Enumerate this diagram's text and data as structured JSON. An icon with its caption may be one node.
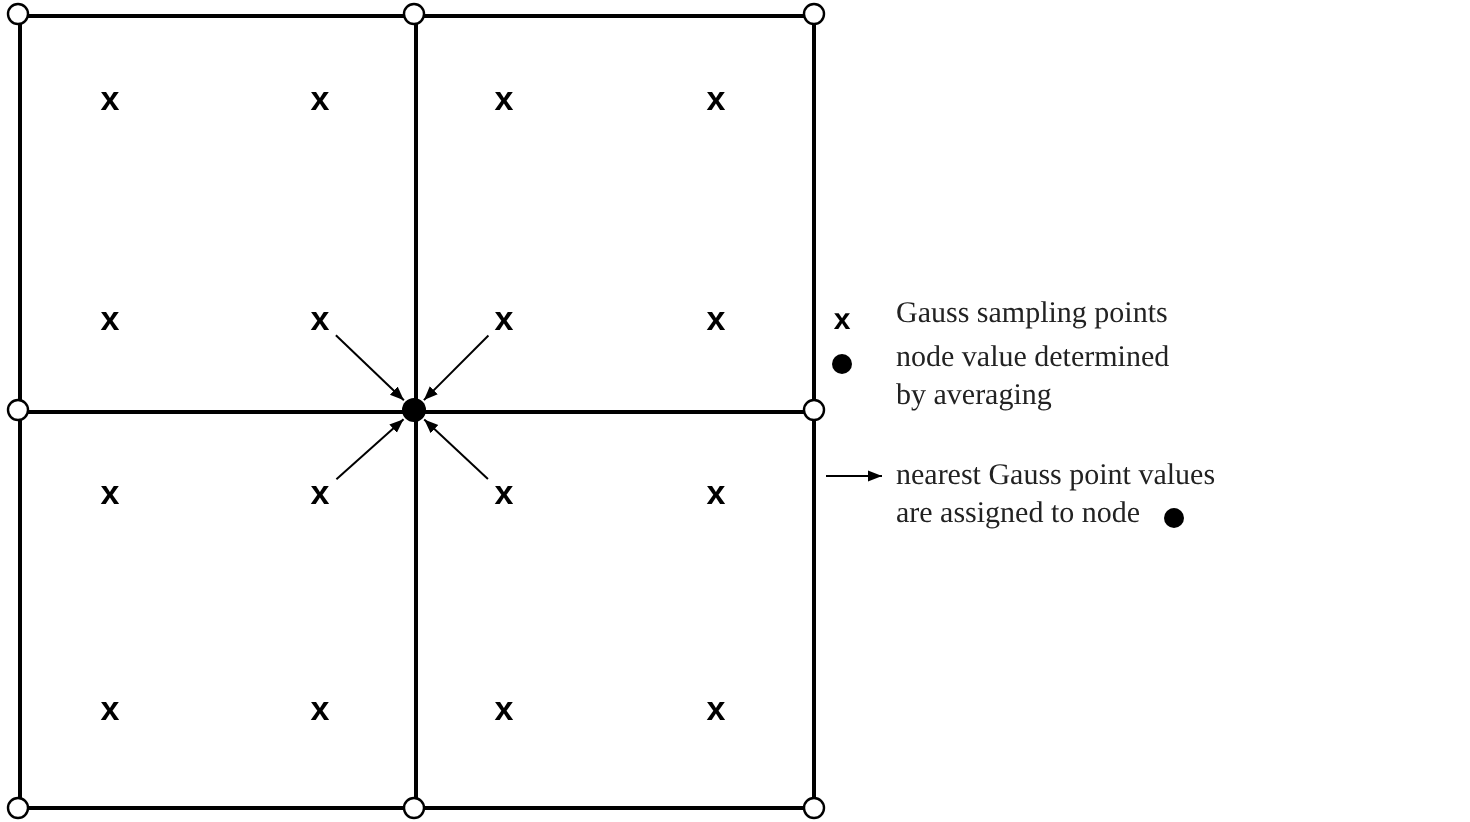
{
  "diagram": {
    "nodes": [
      {
        "text": [],
        "shape": "box"
      },
      {
        "text": [],
        "shape": "box"
      },
      {
        "text": [],
        "shape": "box"
      },
      {
        "text": [],
        "shape": "box"
      },
      {
        "text": [
          "x"
        ],
        "in": 0
      },
      {
        "text": [
          "x"
        ],
        "in": 0
      },
      {
        "text": [
          "x"
        ],
        "in": 0
      },
      {
        "text": [
          "x"
        ],
        "in": 0
      },
      {
        "text": [
          "x"
        ],
        "in": 1
      },
      {
        "text": [
          "x"
        ],
        "in": 1
      },
      {
        "text": [
          "x"
        ],
        "in": 1
      },
      {
        "text": [
          "x"
        ],
        "in": 1
      },
      {
        "text": [
          "x"
        ],
        "in": 2
      },
      {
        "text": [
          "x"
        ],
        "in": 2
      },
      {
        "text": [
          "x"
        ],
        "in": 2
      },
      {
        "text": [
          "x"
        ],
        "in": 2
      },
      {
        "text": [
          "x"
        ],
        "in": 3
      },
      {
        "text": [
          "x"
        ],
        "in": 3
      },
      {
        "text": [
          "x"
        ],
        "in": 3
      },
      {
        "text": [
          "x"
        ],
        "in": 3
      },
      {
        "text": [],
        "shape": "circle"
      }
    ],
    "edges": [
      {
        "from": 7,
        "to": 20,
        "arrow": "to"
      },
      {
        "from": 10,
        "to": 20,
        "arrow": "to"
      },
      {
        "from": 13,
        "to": 20,
        "arrow": "to"
      },
      {
        "from": 16,
        "to": 20,
        "arrow": "to"
      }
    ],
    "labels": [
      "x"
    ],
    "legend": [
      {
        "text": "Gauss sampling points"
      },
      {
        "text": "node value determined by averaging"
      },
      {
        "text": "nearest Gauss point values are assigned to node"
      }
    ]
  }
}
